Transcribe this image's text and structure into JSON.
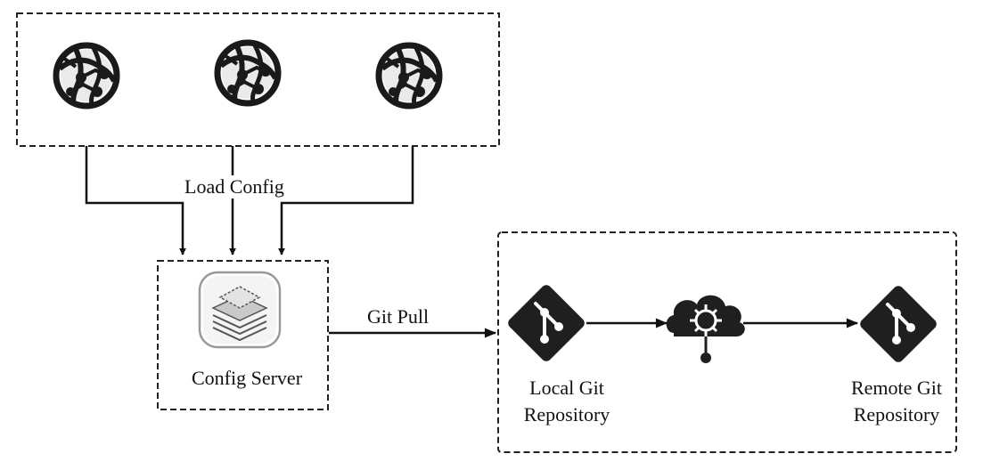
{
  "diagram": {
    "edges": {
      "load_config": "Load Config",
      "git_pull": "Git Pull"
    },
    "nodes": {
      "config_server": "Config Server",
      "local_repo": {
        "line1": "Local Git",
        "line2": "Repository"
      },
      "remote_repo": {
        "line1": "Remote Git",
        "line2": "Repository"
      }
    },
    "icons": {
      "clients": [
        "web-app-icon",
        "web-app-icon",
        "web-app-icon"
      ],
      "server": "stacked-layers-icon",
      "local_repo": "git-icon",
      "middle": "cloud-hub-icon",
      "remote_repo": "git-icon"
    },
    "colors": {
      "line": "#111111",
      "dashed_border": "#222222",
      "icon_dark": "#222222",
      "icon_gray": "#9a9a9a",
      "background": "#ffffff"
    }
  }
}
